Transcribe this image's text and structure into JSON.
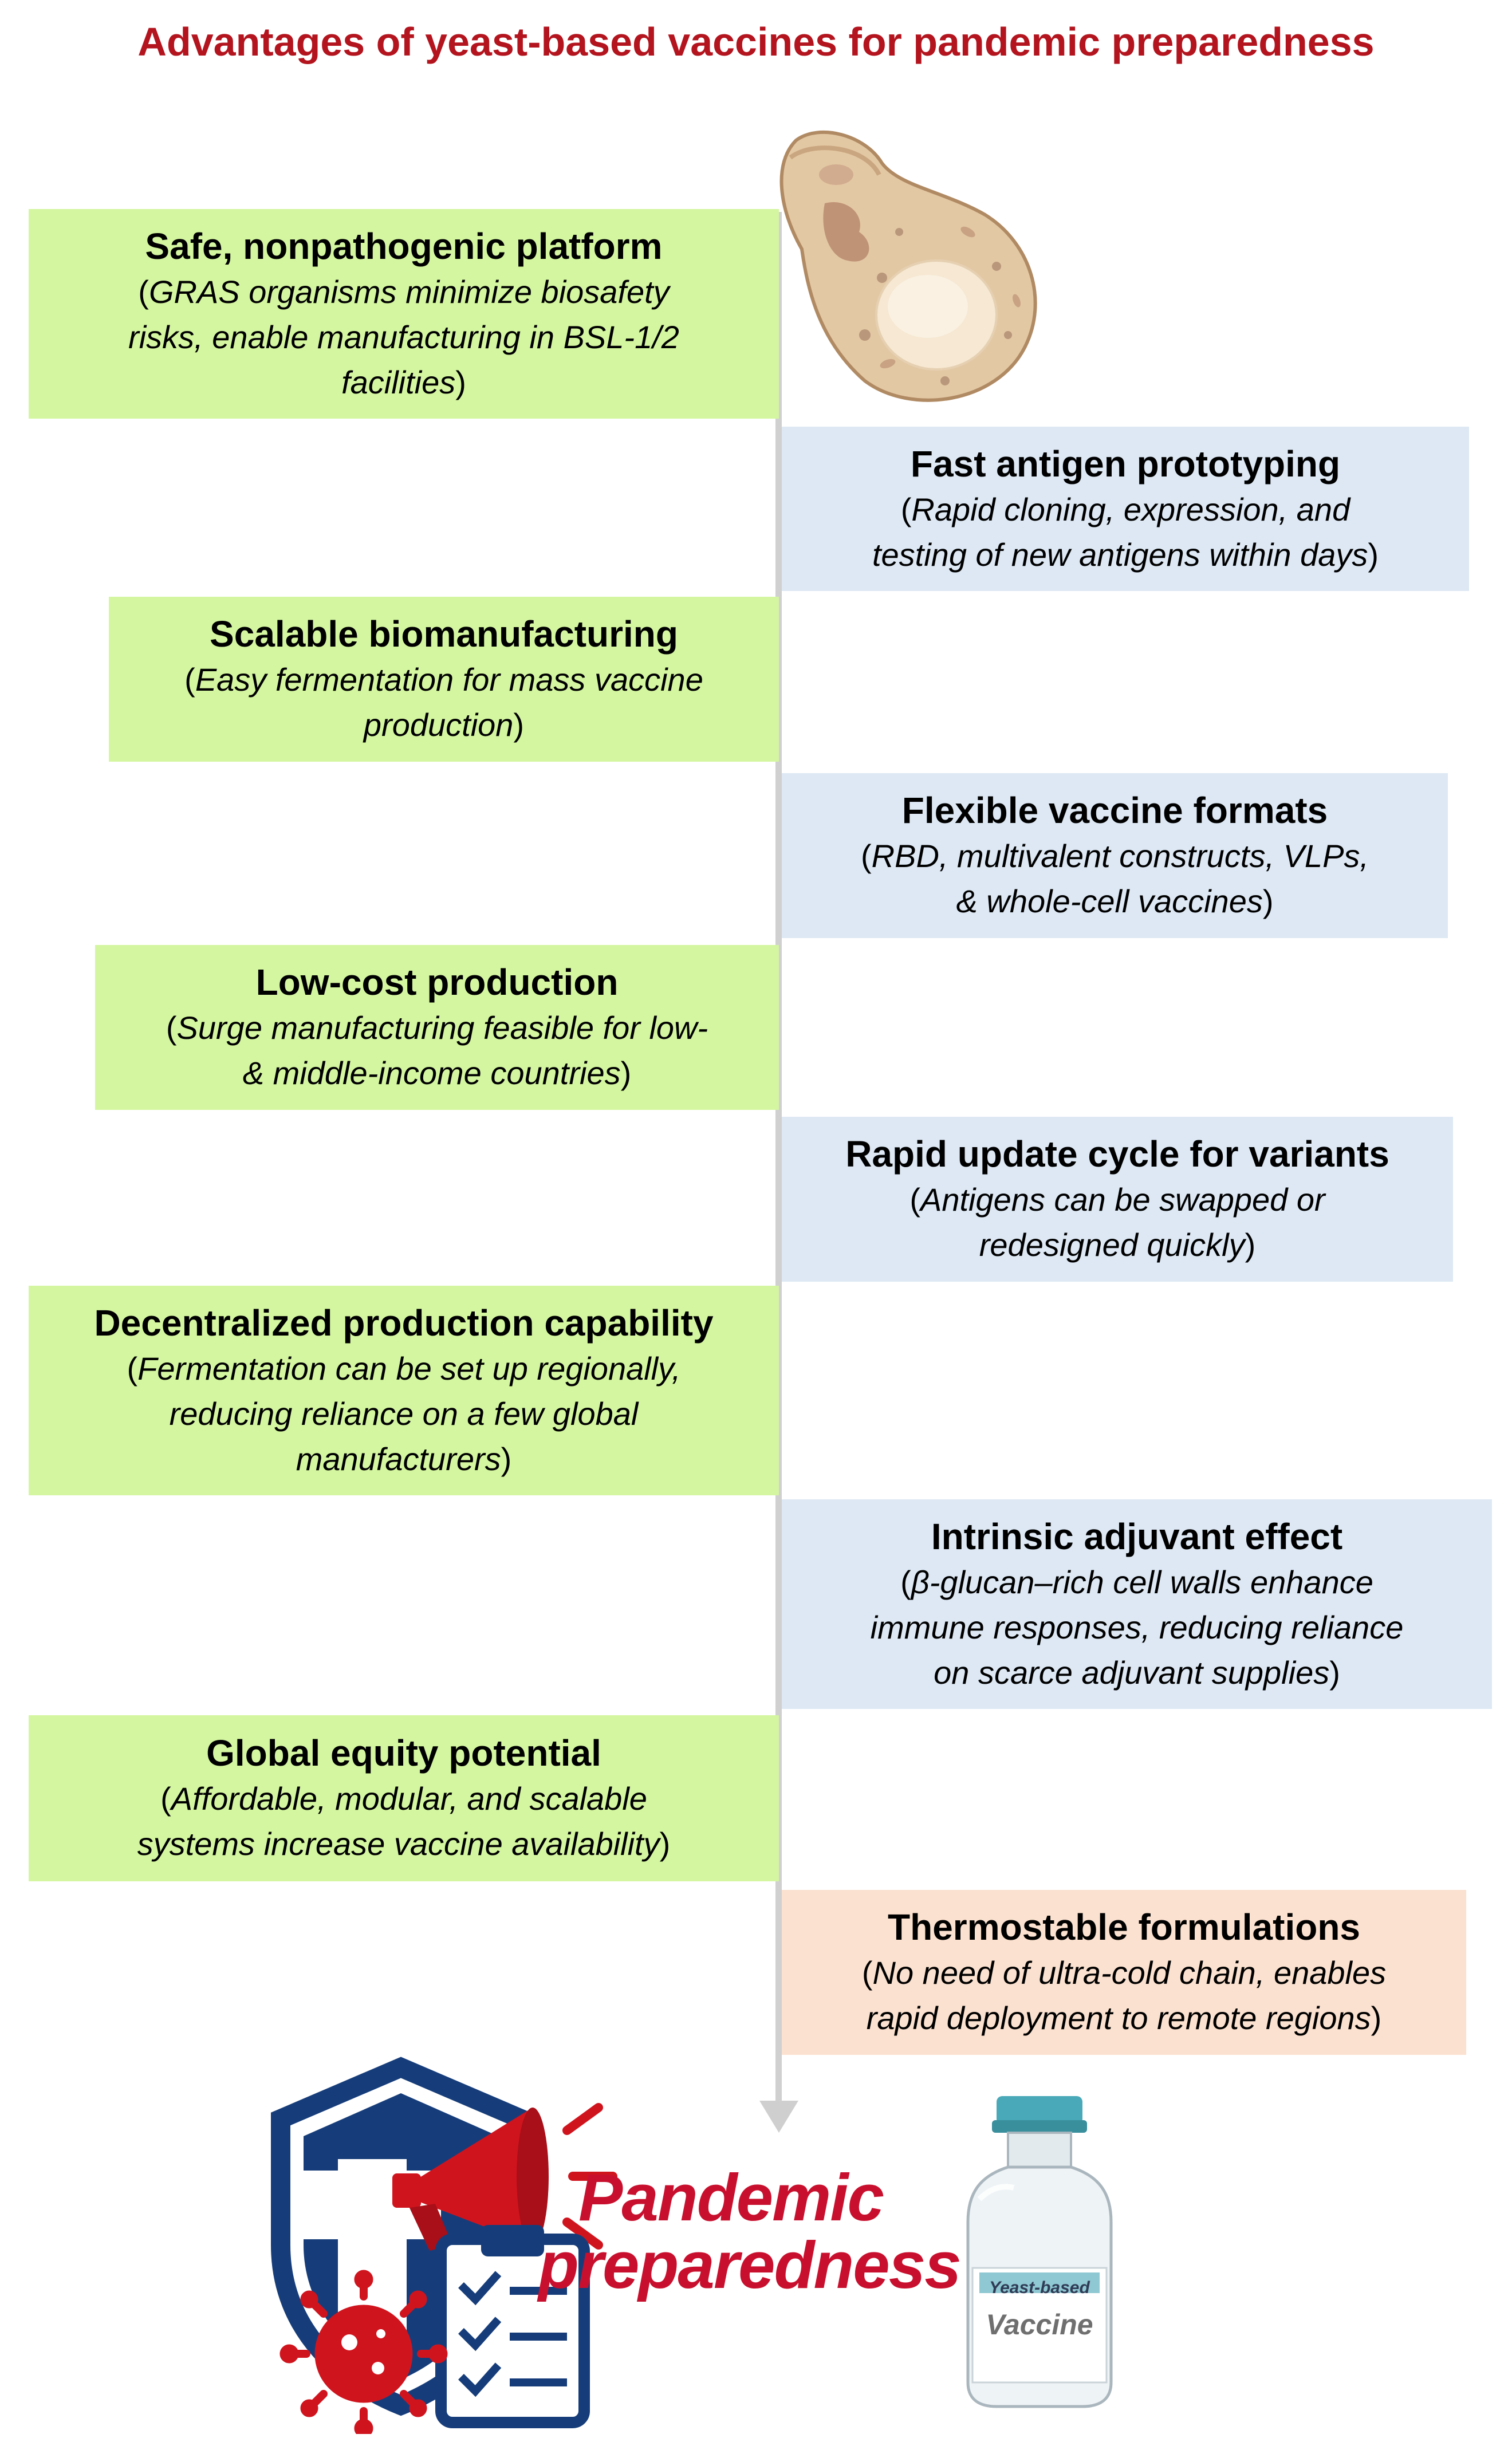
{
  "title": "Advantages of yeast-based vaccines for pandemic preparedness",
  "colors": {
    "title": "#b3141e",
    "green_box": "#d4f6a0",
    "blue_box": "#dde8f4",
    "peach_box": "#fbe1cf",
    "axis": "#d0d0d0",
    "accent_red": "#d0141e",
    "accent_navy": "#163d7a"
  },
  "icons": [
    "yeast-cell-icon",
    "shield-cross-icon",
    "megaphone-icon",
    "clipboard-checklist-icon",
    "virus-icon",
    "vaccine-vial-icon"
  ],
  "boxes": [
    {
      "id": "safe",
      "side": "left",
      "color": "green",
      "title": "Safe, nonpathogenic platform",
      "desc": [
        "GRAS organisms minimize biosafety",
        "risks, enable manufacturing in BSL-1/2",
        "facilities"
      ]
    },
    {
      "id": "fast",
      "side": "right",
      "color": "blue",
      "title": "Fast antigen prototyping",
      "desc": [
        "Rapid cloning, expression, and",
        "testing of new antigens within days"
      ]
    },
    {
      "id": "scalable",
      "side": "left",
      "color": "green",
      "title": "Scalable biomanufacturing",
      "desc": [
        "Easy fermentation for mass vaccine",
        "production"
      ]
    },
    {
      "id": "flexible",
      "side": "right",
      "color": "blue",
      "title": "Flexible vaccine formats",
      "desc": [
        "RBD, multivalent constructs, VLPs,",
        "& whole-cell vaccines"
      ]
    },
    {
      "id": "lowcost",
      "side": "left",
      "color": "green",
      "title": "Low-cost production",
      "desc": [
        "Surge manufacturing feasible for low-",
        "& middle-income countries"
      ]
    },
    {
      "id": "rapid",
      "side": "right",
      "color": "blue",
      "title": "Rapid update cycle for variants",
      "desc": [
        "Antigens can be swapped or",
        "redesigned quickly"
      ]
    },
    {
      "id": "decentral",
      "side": "left",
      "color": "green",
      "title": "Decentralized production capability",
      "desc": [
        "Fermentation can be set up regionally,",
        "reducing reliance on a few global",
        "manufacturers"
      ]
    },
    {
      "id": "adjuvant",
      "side": "right",
      "color": "blue",
      "title": "Intrinsic adjuvant effect",
      "desc": [
        "β-glucan–rich cell walls enhance",
        "immune responses, reducing reliance",
        "on scarce adjuvant supplies"
      ]
    },
    {
      "id": "equity",
      "side": "left",
      "color": "green",
      "title": "Global equity potential",
      "desc": [
        "Affordable, modular, and scalable",
        "systems increase vaccine availability"
      ]
    },
    {
      "id": "thermo",
      "side": "right",
      "color": "peach",
      "title": "Thermostable formulations",
      "desc": [
        "No need of ultra-cold chain, enables",
        "rapid deployment to remote regions"
      ]
    }
  ],
  "bottom": {
    "pandemic": "Pandemic",
    "preparedness": "preparedness",
    "vial_label_small": "Yeast-based",
    "vial_label_big": "Vaccine"
  }
}
